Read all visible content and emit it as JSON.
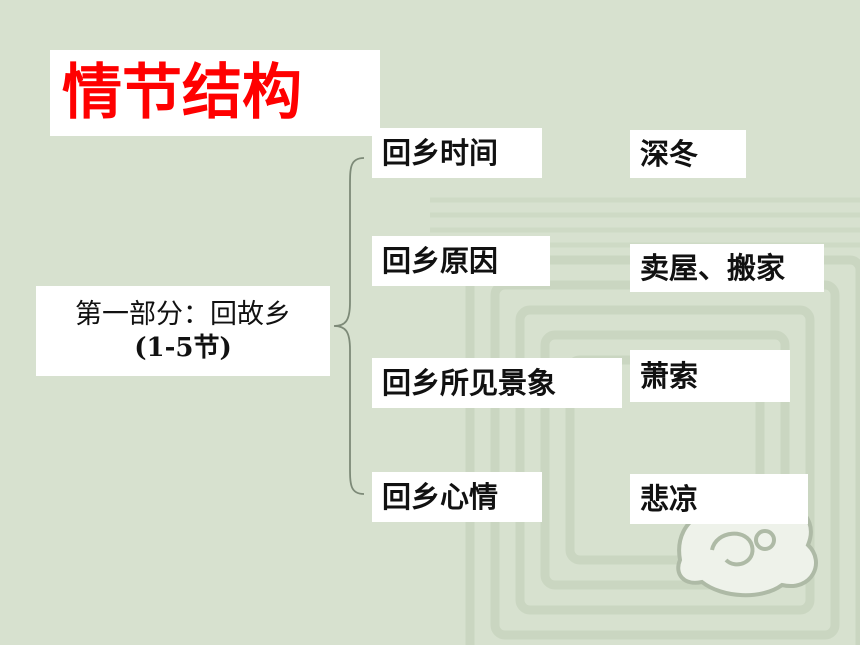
{
  "title": "情节结构",
  "main": {
    "line1": "第一部分：回故乡",
    "line2": "(1-5节)"
  },
  "items": [
    {
      "label": "回乡时间",
      "value": "深冬"
    },
    {
      "label": "回乡原因",
      "value": "卖屋、搬家"
    },
    {
      "label": "回乡所见景象",
      "value": "萧索"
    },
    {
      "label": "回乡心情",
      "value": "悲凉"
    }
  ],
  "colors": {
    "background": "#d7e1cf",
    "title": "#ff0000",
    "box": "#ffffff",
    "brace": "#7d8a78",
    "pattern": "#c4d1bb"
  }
}
